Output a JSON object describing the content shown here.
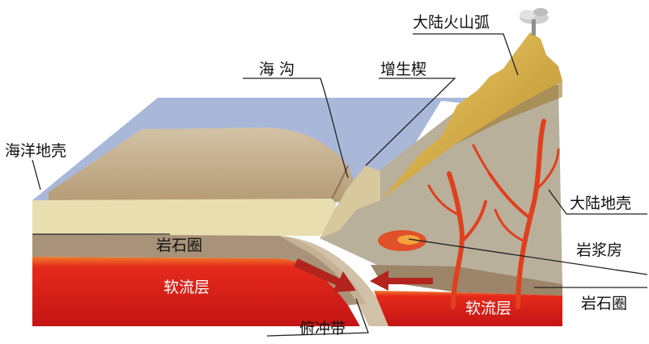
{
  "labels": {
    "volcanic_arc": "大陆火山弧",
    "trench": "海 沟",
    "accretionary_wedge": "增生楔",
    "oceanic_crust": "海洋地壳",
    "continental_crust": "大陆地壳",
    "lithosphere_left": "岩石圈",
    "magma_chamber": "岩浆房",
    "asthenosphere_left": "软流层",
    "asthenosphere_right": "软流层",
    "lithosphere_right": "岩石圈",
    "subduction_zone": "俯冲带"
  },
  "colors": {
    "ocean_surface": "#a9b8d9",
    "water_side": "#c7dbe2",
    "seafloor_sediment": "#c6ae8a",
    "oceanic_crust_band": "#e8deb0",
    "lithosphere": "#a8937a",
    "asthenosphere": "#e21f1f",
    "continent": "#b9b09c",
    "volcano": "#d9b24a",
    "magma": "#e2502a",
    "arrow": "#b2241d"
  }
}
